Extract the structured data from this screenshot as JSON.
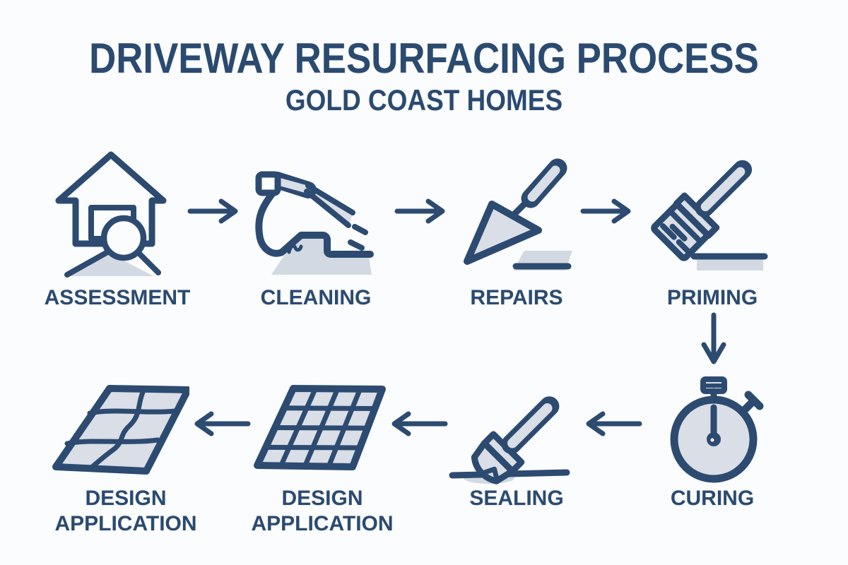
{
  "header": {
    "title": "DRIVEWAY RESURFACING PROCESS",
    "subtitle": "GOLD COAST HOMES"
  },
  "palette": {
    "navy_stroke": "#2d4b70",
    "text_navy": "#2b4a70",
    "icon_fill": "#d9dee7",
    "shadow_gray": "#d3d9e2",
    "background": "#fbfcfd"
  },
  "steps": [
    {
      "label": "ASSESSMENT",
      "icon": "house-magnifier-icon"
    },
    {
      "label": "CLEANING",
      "icon": "pressure-washer-icon"
    },
    {
      "label": "REPAIRS",
      "icon": "trowel-icon"
    },
    {
      "label": "PRIMING",
      "icon": "flat-brush-icon"
    },
    {
      "label": "CURING",
      "icon": "stopwatch-icon"
    },
    {
      "label": "SEALING",
      "icon": "round-brush-icon"
    },
    {
      "label": "DESIGN APPLICATION",
      "icon": "tile-grid-icon"
    },
    {
      "label": "DESIGN APPLICATION",
      "icon": "stamped-pattern-icon"
    }
  ]
}
